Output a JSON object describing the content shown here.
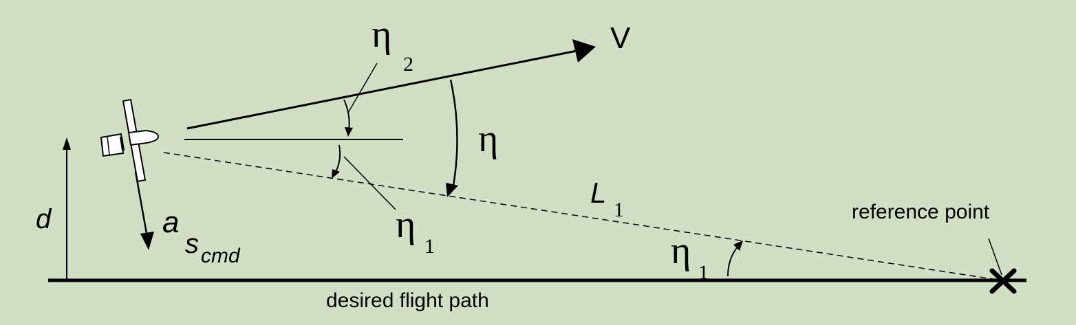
{
  "labels": {
    "velocity": "V",
    "eta": "η",
    "eta_1": "η",
    "eta_1_sub": "1",
    "eta_2": "η",
    "eta_2_sub": "2",
    "eta_1_ground": "η",
    "eta_1_ground_sub": "1",
    "L": "L",
    "L_sub": "1",
    "d": "d",
    "accel_a": "a",
    "accel_s": "s",
    "accel_cmd": "cmd",
    "reference_point": "reference point",
    "desired_flight_path": "desired flight path"
  },
  "colors": {
    "background": "#d1e0c4",
    "ink": "#000000"
  }
}
